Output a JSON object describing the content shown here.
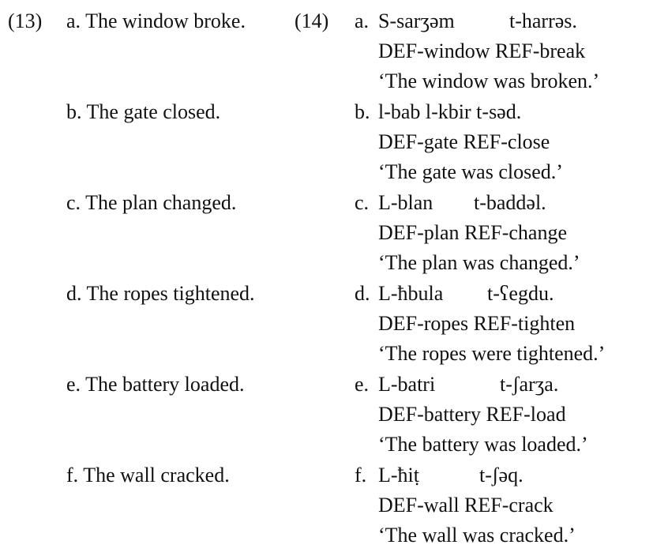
{
  "group13": {
    "number": "(13)",
    "items": [
      {
        "label": "a.",
        "sentence": "The window broke."
      },
      {
        "label": "b.",
        "sentence": "The gate closed."
      },
      {
        "label": "c.",
        "sentence": "The plan changed."
      },
      {
        "label": "d.",
        "sentence": "The ropes tightened."
      },
      {
        "label": "e.",
        "sentence": "The battery loaded."
      },
      {
        "label": "f.",
        "sentence": "The wall cracked."
      }
    ]
  },
  "group14": {
    "number": "(14)",
    "items": [
      {
        "label": "a.",
        "word1": "S-sarʒəm",
        "word2": "t-harrəs.",
        "gloss": "DEF-window REF-break",
        "translation": "‘The window was broken.’"
      },
      {
        "label": "b.",
        "word1": "l-bab l-kbir t-səd.",
        "word2": "",
        "gloss": "DEF-gate REF-close",
        "translation": "‘The gate was closed.’"
      },
      {
        "label": "c.",
        "word1": "L-blan",
        "word2": "t-baddəl.",
        "gloss": "DEF-plan REF-change",
        "translation": "‘The plan was changed.’"
      },
      {
        "label": "d.",
        "word1": "L-ħbula",
        "word2": "t-ʕegdu.",
        "gloss": "DEF-ropes REF-tighten",
        "translation": "‘The ropes were tightened.’"
      },
      {
        "label": "e.",
        "word1": "L-batri",
        "word2": "t-ʃarʒa.",
        "gloss": "DEF-battery REF-load",
        "translation": "‘The battery was loaded.’"
      },
      {
        "label": "f.",
        "word1": "L-ħiṭ",
        "word2": "t-ʃəq.",
        "gloss": "DEF-wall REF-crack",
        "translation": "‘The wall was cracked.’"
      }
    ]
  }
}
